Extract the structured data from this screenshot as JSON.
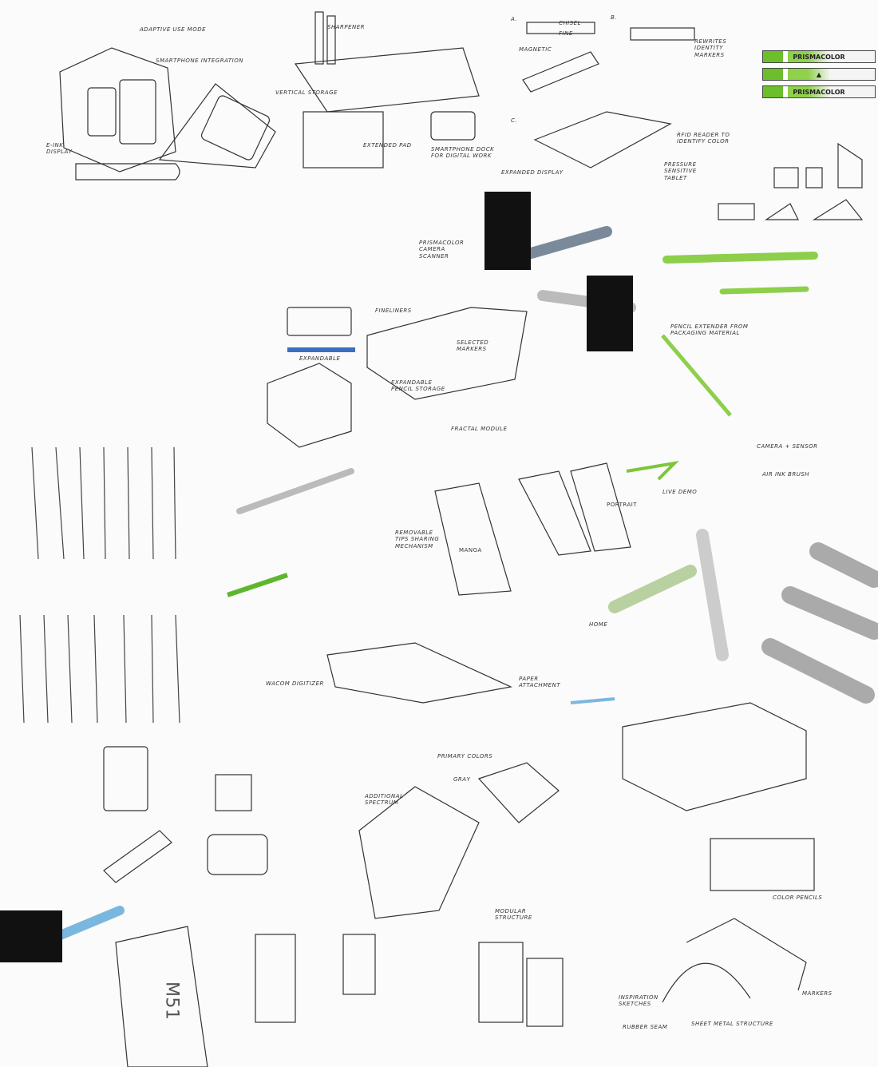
{
  "labels": {
    "adaptive": "Adaptive use mode",
    "smartphone": "Smartphone integration",
    "eink": "E-ink display",
    "vertical": "Vertical storage",
    "sharpener": "Sharpener",
    "extended_pad": "Extended pad",
    "smartphone_dock": "Smartphone dock for digital work",
    "a": "A.",
    "b": "B.",
    "c": "C.",
    "chisel": "Chisel",
    "fine": "Fine",
    "magnetic": "Magnetic",
    "rewrites": "Rewrites identity markers",
    "expanded_display": "Expanded display",
    "rfid": "RFID reader to identify color",
    "pressure": "Pressure sensitive tablet",
    "fineliners": "Fineliners",
    "expandable": "Expandable",
    "expandable_storage": "Expandable pencil storage",
    "selected_markers": "Selected markers",
    "camera_scanner": "Prismacolor camera scanner",
    "pencil_extender": "Pencil extender from packaging material",
    "fractal": "Fractal module",
    "live_demo": "Live demo",
    "manga": "MANGA",
    "portrait": "PORTRAIT",
    "camera_sensor": "Camera + sensor",
    "air_ink": "Air ink brush",
    "removable_tips": "Removable tips sharing mechanism",
    "home": "HOME",
    "wacom": "Wacom digitizer",
    "paper": "Paper attachment",
    "primary_colors": "Primary colors",
    "gray": "Gray",
    "additional": "Additional spectrum",
    "modular": "Modular structure",
    "color_pencils": "Color pencils",
    "inspiration": "Inspiration sketches",
    "rubber_seam": "Rubber seam",
    "sheet_metal": "Sheet metal structure",
    "markers": "Markers",
    "m51": "M51"
  },
  "brand": {
    "name": "PRISMACOLOR",
    "accent": "#7cc63a"
  }
}
